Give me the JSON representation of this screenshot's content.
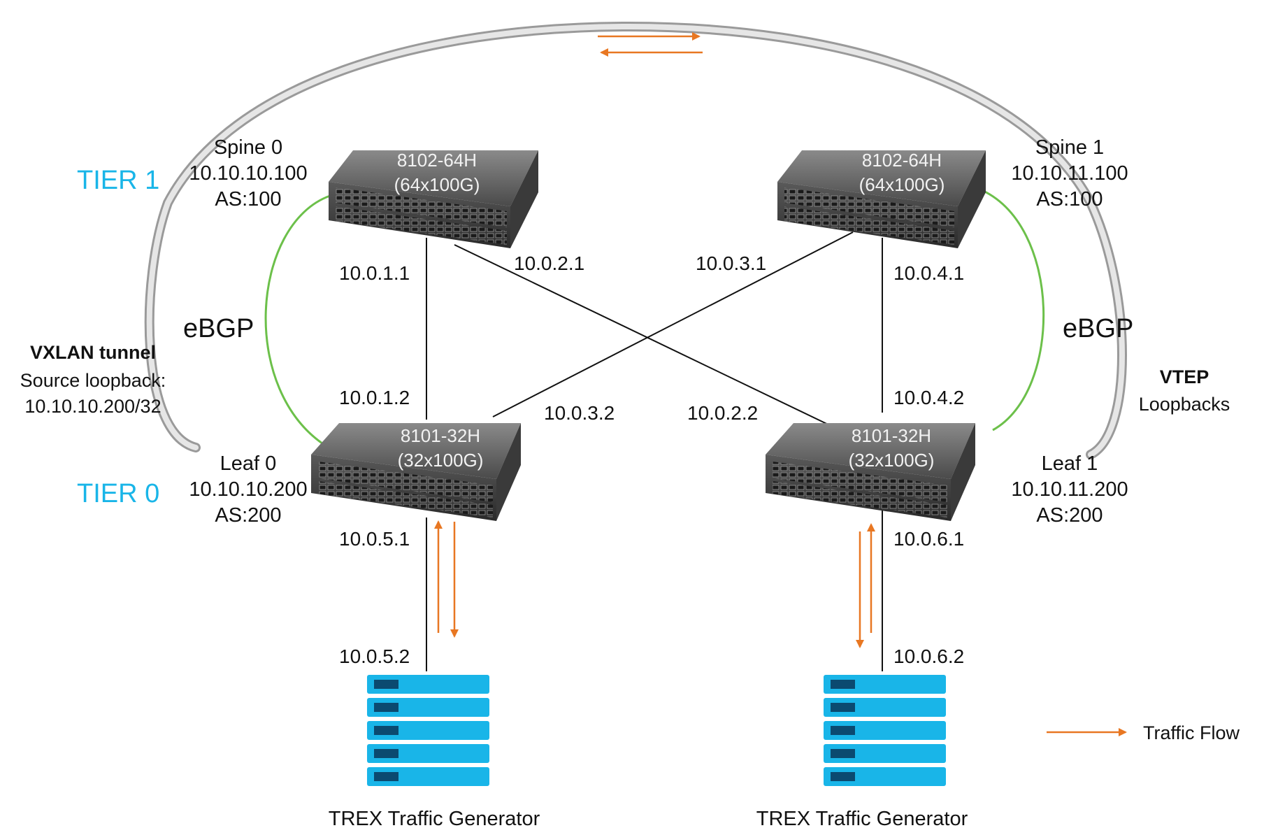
{
  "tiers": {
    "tier1": "TIER 1",
    "tier0": "TIER 0"
  },
  "colors": {
    "tier_text": "#19b5e8",
    "traffic_arrow": "#e87722",
    "ebgp_line": "#6cc04a",
    "server_blue": "#19b5e8",
    "tunnel_gray": "#b8b8b8"
  },
  "switches": {
    "spine0": {
      "name": "Spine 0",
      "ip": "10.10.10.100",
      "as": "AS:100",
      "model": "8102-64H",
      "ports": "(64x100G)"
    },
    "spine1": {
      "name": "Spine 1",
      "ip": "10.10.11.100",
      "as": "AS:100",
      "model": "8102-64H",
      "ports": "(64x100G)"
    },
    "leaf0": {
      "name": "Leaf 0",
      "ip": "10.10.10.200",
      "as": "AS:200",
      "model": "8101-32H",
      "ports": "(32x100G)"
    },
    "leaf1": {
      "name": "Leaf 1",
      "ip": "10.10.11.200",
      "as": "AS:200",
      "model": "8101-32H",
      "ports": "(32x100G)"
    }
  },
  "links": {
    "l1_a": "10.0.1.1",
    "l1_b": "10.0.1.2",
    "l2_a": "10.0.2.1",
    "l2_b": "10.0.2.2",
    "l3_a": "10.0.3.1",
    "l3_b": "10.0.3.2",
    "l4_a": "10.0.4.1",
    "l4_b": "10.0.4.2",
    "l5_a": "10.0.5.1",
    "l5_b": "10.0.5.2",
    "l6_a": "10.0.6.1",
    "l6_b": "10.0.6.2"
  },
  "ebgp": {
    "left": "eBGP",
    "right": "eBGP"
  },
  "vxlan": {
    "line1": "VXLAN tunnel",
    "line2": "Source loopback:",
    "line3": "10.10.10.200/32"
  },
  "vtep": {
    "line1": "VTEP",
    "line2": "Loopbacks"
  },
  "generators": {
    "left": "TREX Traffic Generator",
    "right": "TREX Traffic Generator"
  },
  "legend": {
    "label": "Traffic Flow"
  }
}
